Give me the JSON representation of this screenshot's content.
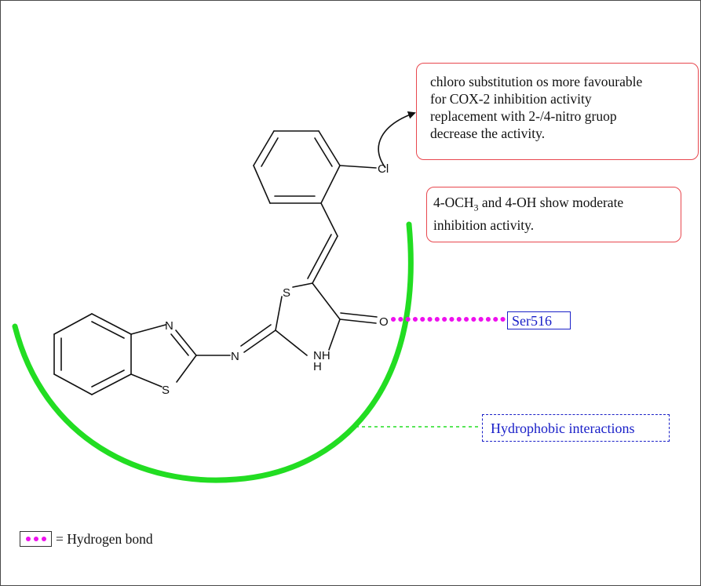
{
  "atoms": {
    "cl": "Cl",
    "s_ring1": "S",
    "nh": "NH",
    "h": "H",
    "o": "O",
    "n_imine": "N",
    "n_benz": "N",
    "s_benz": "S"
  },
  "callouts": {
    "chloro_lines": [
      "chloro substitution os more favourable",
      "for COX-2 inhibition activity",
      "replacement with 2-/4-nitro gruop",
      "decrease the activity."
    ],
    "substituent_line1_pre": "4-OCH",
    "substituent_line1_sub": "3",
    "substituent_line1_post": " and 4-OH show moderate",
    "substituent_line2": "inhibition activity."
  },
  "labels": {
    "residue": "Ser516",
    "hydrophobic": "Hydrophobic interactions"
  },
  "legend": {
    "label": "= Hydrogen bond"
  },
  "colors": {
    "callout_border": "#e8474e",
    "label_blue": "#1a20c8",
    "hydrogen_bond": "#ee10ee",
    "hydrophobic_arc": "#22dd22"
  }
}
